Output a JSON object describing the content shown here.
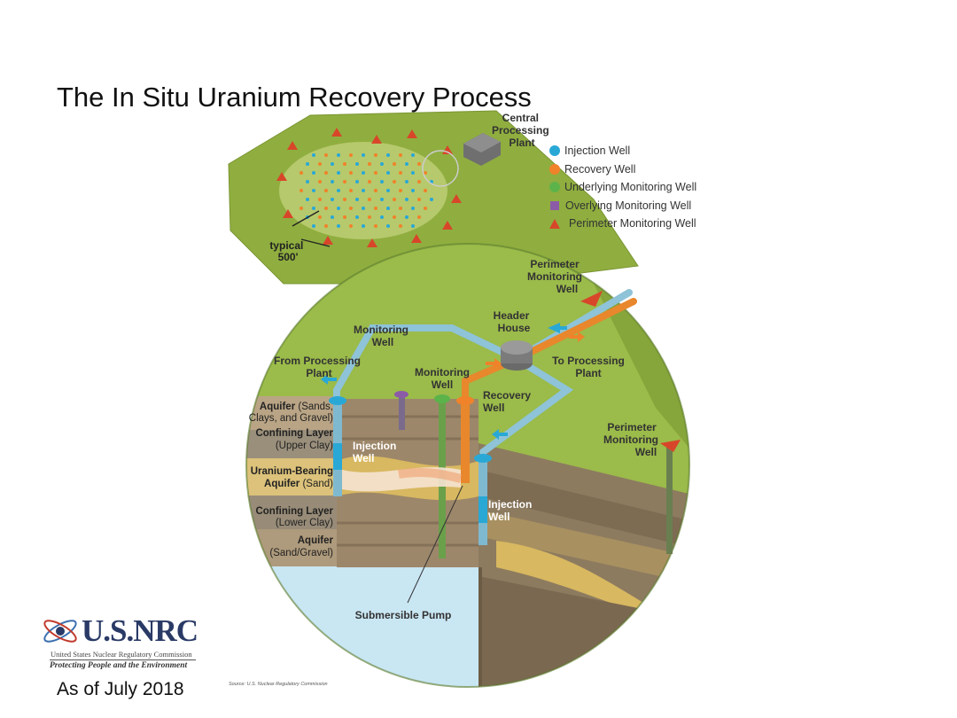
{
  "slide": {
    "title": "The In Situ Uranium Recovery Process",
    "date_note": "As of July 2018",
    "source_note": "Source: U.S. Nuclear Regulatory Commission"
  },
  "branding": {
    "name": "U.S.NRC",
    "agency": "United States Nuclear Regulatory Commission",
    "tagline": "Protecting People and the Environment"
  },
  "legend": [
    {
      "label": "Injection Well",
      "shape": "circle",
      "color": "#29a8d6"
    },
    {
      "label": "Recovery Well",
      "shape": "circle",
      "color": "#f0822a"
    },
    {
      "label": "Underlying Monitoring Well",
      "shape": "circle",
      "color": "#5cb34a"
    },
    {
      "label": "Overlying Monitoring Well",
      "shape": "square",
      "color": "#8c5ba8"
    },
    {
      "label": "Perimeter Monitoring Well",
      "shape": "triangle",
      "color": "#d8462a"
    }
  ],
  "map": {
    "plant_label_lines": [
      "Central",
      "Processing",
      "Plant"
    ],
    "distance_lines": [
      "typical",
      "500'"
    ]
  },
  "labels": {
    "perimeter_top": [
      "Perimeter",
      "Monitoring",
      "Well"
    ],
    "header_house": [
      "Header",
      "House"
    ],
    "monitoring_well_left": [
      "Monitoring",
      "Well"
    ],
    "monitoring_well_mid": [
      "Monitoring",
      "Well"
    ],
    "from_plant": [
      "From Processing",
      "Plant"
    ],
    "to_plant": [
      "To Processing",
      "Plant"
    ],
    "recovery_well": [
      "Recovery",
      "Well"
    ],
    "perimeter_right": [
      "Perimeter",
      "Monitoring",
      "Well"
    ],
    "injection_well_left": [
      "Injection",
      "Well"
    ],
    "injection_well_right": [
      "Injection",
      "Well"
    ],
    "submersible_pump": "Submersible Pump"
  },
  "layers": [
    {
      "bold": "Aquifer",
      "rest": " (Sands,",
      "line2": "Clays, and Gravel)"
    },
    {
      "bold": "Confining Layer",
      "rest": "",
      "line2": "(Upper Clay)"
    },
    {
      "bold": "Uranium-Bearing",
      "rest": "",
      "line2_bold": "Aquifer",
      "line2": " (Sand)"
    },
    {
      "bold": "Confining Layer",
      "rest": "",
      "line2": "(Lower Clay)"
    },
    {
      "bold": "Aquifer",
      "rest": "",
      "line2": "(Sand/Gravel)"
    }
  ],
  "colors": {
    "ground": "#9bbb4a",
    "ground_dark": "#7e9c34",
    "soil": "#a08a6c",
    "clay": "#8e8470",
    "ore": "#d9b965",
    "water": "#bfe3f2",
    "pipe_blue": "#8ec3d8",
    "pipe_orange": "#e8872c"
  }
}
